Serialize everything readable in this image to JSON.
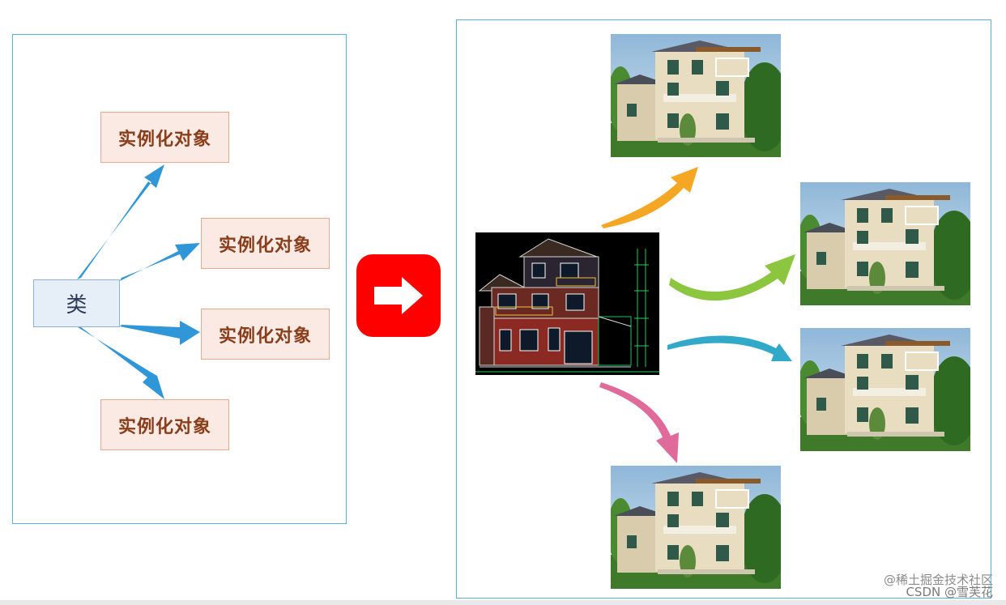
{
  "diagram": {
    "class_label": "类",
    "instances": [
      "实例化对象",
      "实例化对象",
      "实例化对象",
      "实例化对象"
    ]
  },
  "icons": {
    "transform_arrow": "right-arrow-icon",
    "blueprint": "house-blueprint-image",
    "house_photo": "house-photo-image"
  },
  "colors": {
    "panel_border": "#5aaee0",
    "class_fill": "#e6eef8",
    "instance_fill": "#fbeae3",
    "instance_text": "#8a3d1a",
    "left_arrows": "#2f97d8",
    "big_arrow": "#ff0000",
    "arrow_orange": "#f5a623",
    "arrow_green": "#8cc63f",
    "arrow_teal": "#33a9c9",
    "arrow_pink": "#e06a9a"
  },
  "watermark": {
    "line1": "@稀土掘金技术社区",
    "line2": "CSDN @雪芙花"
  }
}
